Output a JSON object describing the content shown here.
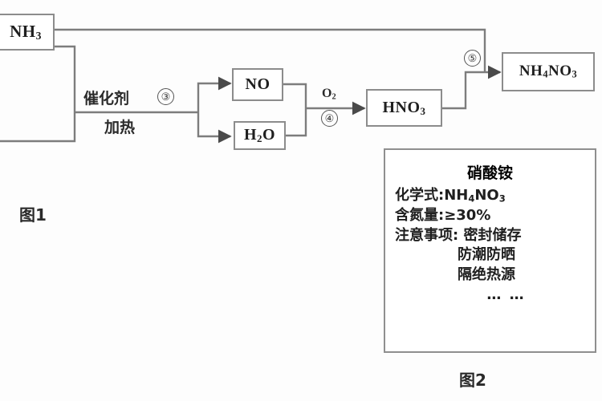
{
  "diagram": {
    "figure1_caption": "图1",
    "figure2_caption": "图2",
    "nodes": {
      "ammonia": {
        "label": "NH3",
        "html": "NH<sub>3</sub>"
      },
      "nitric_oxide": {
        "label": "NO",
        "html": "NO"
      },
      "water": {
        "label": "H2O",
        "html": "H<sub>2</sub>O"
      },
      "nitric_acid": {
        "label": "HNO3",
        "html": "HNO<sub>3</sub>"
      },
      "ammonium_nitrate": {
        "label": "NH4NO3",
        "html": "NH<sub>4</sub>NO<sub>3</sub>"
      }
    },
    "edge_labels": {
      "catalyst": "催化剂",
      "heating": "加热",
      "oxygen": "O2",
      "oxygen_html": "O<sub>2</sub>"
    },
    "step_markers": {
      "step3": "③",
      "step4": "④",
      "step5": "⑤"
    }
  },
  "info_card": {
    "title": "硝酸铵",
    "formula_label": "化学式:",
    "formula_value": "NH4NO3",
    "formula_html": "化学式:NH<sub>4</sub>NO<sub>3</sub>",
    "nitrogen_label": "含氮量:",
    "nitrogen_value": "≥30%",
    "nitrogen_html": "含氮量:≥30%",
    "notes_label": "注意事项:",
    "notes_line1": "注意事项: 密封储存",
    "notes_line2": "防潮防晒",
    "notes_line3": "隔绝热源",
    "notes_ellipsis": "…  …"
  },
  "colors": {
    "box_border": "#8c8c8c",
    "wire": "#7d7d7d",
    "text": "#1f1f1f",
    "background": "#fdfdfd"
  }
}
